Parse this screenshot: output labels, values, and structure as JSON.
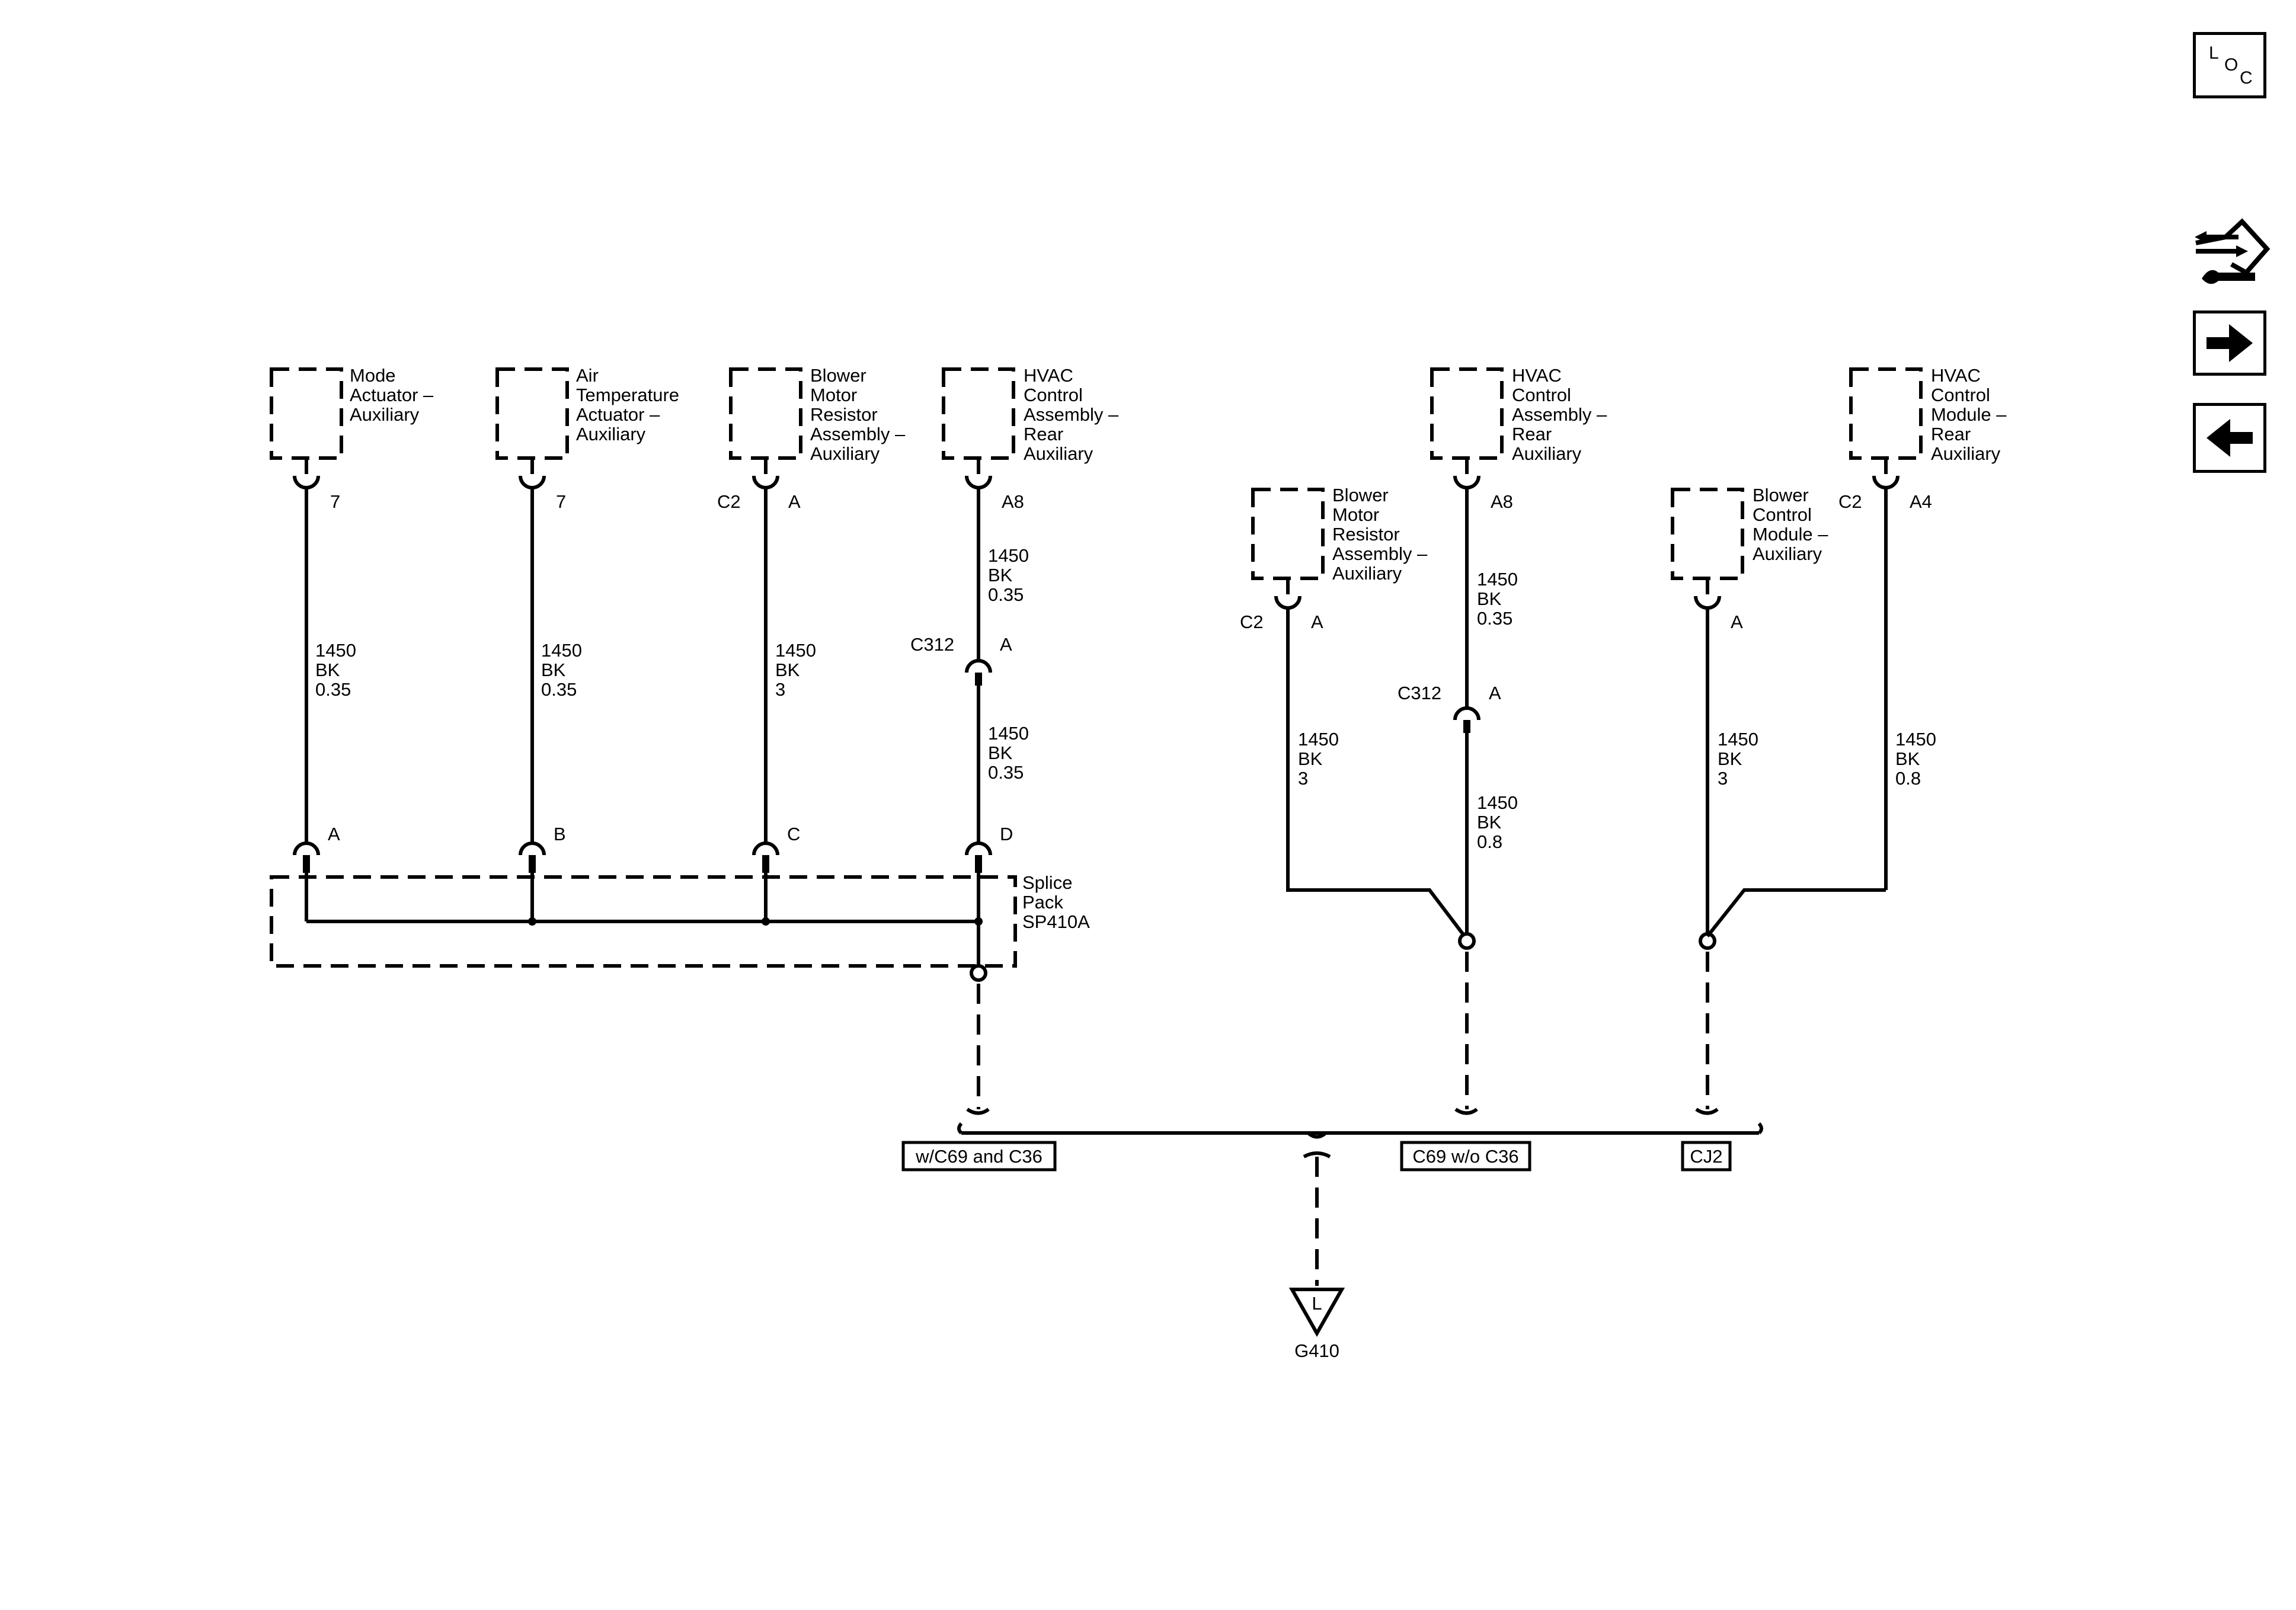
{
  "components": {
    "mode_actuator": [
      "Mode",
      "Actuator –",
      "Auxiliary"
    ],
    "air_temp_actuator": [
      "Air",
      "Temperature",
      "Actuator –",
      "Auxiliary"
    ],
    "blower_resistor_1": [
      "Blower",
      "Motor",
      "Resistor",
      "Assembly –",
      "Auxiliary"
    ],
    "hvac_assembly_1": [
      "HVAC",
      "Control",
      "Assembly –",
      "Rear",
      "Auxiliary"
    ],
    "blower_resistor_2": [
      "Blower",
      "Motor",
      "Resistor",
      "Assembly –",
      "Auxiliary"
    ],
    "hvac_assembly_2": [
      "HVAC",
      "Control",
      "Assembly –",
      "Rear",
      "Auxiliary"
    ],
    "blower_control_module": [
      "Blower",
      "Control",
      "Module –",
      "Auxiliary"
    ],
    "hvac_module": [
      "HVAC",
      "Control",
      "Module –",
      "Rear",
      "Auxiliary"
    ],
    "splice_pack": [
      "Splice",
      "Pack",
      "SP410A"
    ]
  },
  "pins": {
    "mode": "7",
    "air": "7",
    "br1_conn": "C2",
    "br1_pin": "A",
    "hvac1": "A8",
    "br2_conn": "C2",
    "br2_pin": "A",
    "hvac2": "A8",
    "bcm": "A",
    "hvacm_conn": "C2",
    "hvacm_pin": "A4",
    "splice_a": "A",
    "splice_b": "B",
    "splice_c": "C",
    "splice_d": "D"
  },
  "connectors": {
    "c312_left": "C312",
    "c312_left_pin": "A",
    "c312_right": "C312",
    "c312_right_pin": "A"
  },
  "wires": {
    "w_mode": [
      "1450",
      "BK",
      "0.35"
    ],
    "w_air": [
      "1450",
      "BK",
      "0.35"
    ],
    "w_br1": [
      "1450",
      "BK",
      "3"
    ],
    "w_hvac1_top": [
      "1450",
      "BK",
      "0.35"
    ],
    "w_hvac1_bottom": [
      "1450",
      "BK",
      "0.35"
    ],
    "w_br2": [
      "1450",
      "BK",
      "3"
    ],
    "w_hvac2_top": [
      "1450",
      "BK",
      "0.35"
    ],
    "w_hvac2_bottom": [
      "1450",
      "BK",
      "0.8"
    ],
    "w_bcm": [
      "1450",
      "BK",
      "3"
    ],
    "w_hvacm": [
      "1450",
      "BK",
      "0.8"
    ]
  },
  "options": {
    "left": "w/C69 and C36",
    "middle": "C69 w/o C36",
    "right": "CJ2"
  },
  "ground": {
    "symbol_letter": "L",
    "name": "G410"
  },
  "toolbar": {
    "loc_letters": [
      "L",
      "O",
      "C"
    ]
  }
}
